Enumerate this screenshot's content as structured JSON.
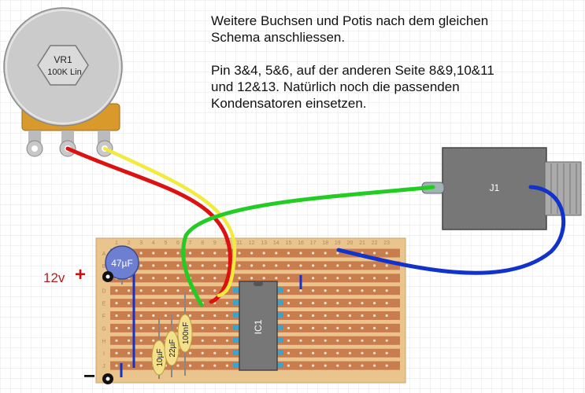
{
  "notes": {
    "line1": "Weitere Buchsen und Potis nach dem gleichen",
    "line2": "Schema anschliessen.",
    "line3": "Pin 3&4, 5&6, auf der anderen Seite 8&9,10&11",
    "line4": "und 12&13. Natürlich noch die passenden",
    "line5": "Kondensatoren einsetzen."
  },
  "pot": {
    "name": "VR1",
    "value": "100K Lin"
  },
  "jack": {
    "name": "J1"
  },
  "ic": {
    "name": "IC1"
  },
  "electrolytic": {
    "value": "47µF"
  },
  "capacitors": [
    {
      "value": "10µF"
    },
    {
      "value": "22µF"
    },
    {
      "value": "100nF"
    }
  ],
  "power": {
    "plus_label": "12v",
    "plus_sign": "+",
    "minus_sign": "−"
  },
  "board": {
    "columns": [
      "1",
      "2",
      "3",
      "4",
      "5",
      "6",
      "7",
      "8",
      "9",
      "10",
      "11",
      "12",
      "13",
      "14",
      "15",
      "16",
      "17",
      "18",
      "19",
      "20",
      "21",
      "22",
      "23"
    ],
    "rows": [
      "A",
      "B",
      "C",
      "D",
      "E",
      "F",
      "G",
      "H",
      "I",
      "J"
    ]
  },
  "colors": {
    "board": "#e9c48c",
    "strip": "#c97d4e",
    "wire_red": "#dd1111",
    "wire_yellow": "#f2ea3c",
    "wire_green": "#22cc22",
    "wire_blue": "#1133cc",
    "pot_body": "#c9c9c9",
    "pot_base": "#d99a2b",
    "cap_electrolytic": "#6d7fd0",
    "cap_ceramic": "#f4e08a"
  }
}
